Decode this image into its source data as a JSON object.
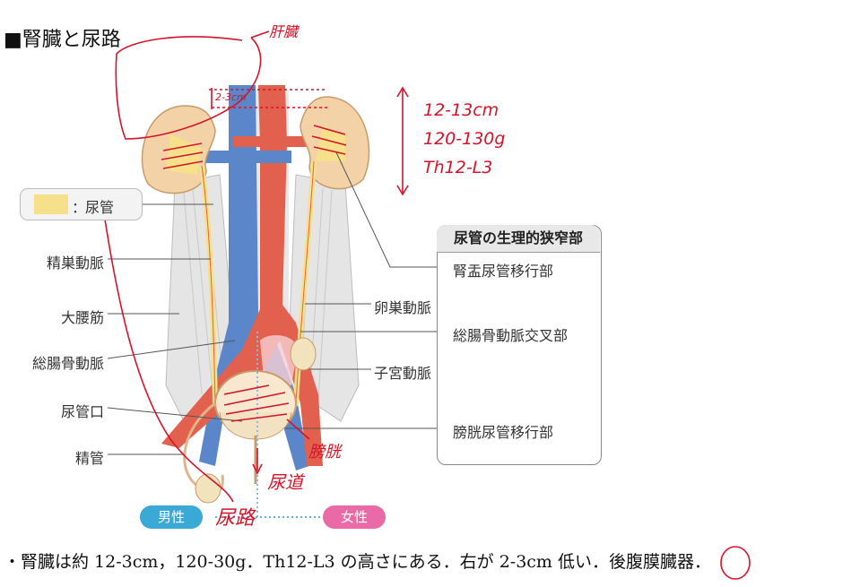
{
  "heading": "■腎臓と尿路",
  "legend": {
    "separator": "：",
    "label": "尿管"
  },
  "left_labels": [
    "精巣動脈",
    "大腰筋",
    "総腸骨動脈",
    "尿管口",
    "精管"
  ],
  "right_labels": [
    "卵巣動脈",
    "子宮動脈"
  ],
  "narrowing": {
    "title": "尿管の生理的狭窄部",
    "items": [
      "腎盂尿管移行部",
      "総腸骨動脈交叉部",
      "膀胱尿管移行部"
    ]
  },
  "gender": {
    "male": "男性",
    "female": "女性",
    "male_color": "#3aa9d6",
    "female_color": "#e96aa6"
  },
  "handwriting": {
    "kidney": "肝臓",
    "offset": "2-3cm",
    "size": "12-13cm",
    "weight": "120-130g",
    "level": "Th12-L3",
    "urethra": "尿道",
    "bladder": "膀胱",
    "ureter_path": "尿路"
  },
  "bottom_note": "・腎臓は約 12-3cm，120-30g．Th12-L3 の高さにある．右が 2-3cm 低い．後腹膜臓器．",
  "colors": {
    "vein": "#5b86c9",
    "artery": "#e2614e",
    "kidney": "#f2d2a6",
    "ureter": "#f6e08a",
    "annotation": "#d4142a"
  }
}
